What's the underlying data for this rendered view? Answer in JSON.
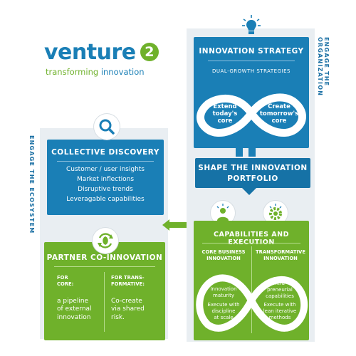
{
  "logo": {
    "name_part1": "venture",
    "name_part2": "2",
    "tagline_part1": "transforming",
    "tagline_part2": "innovation"
  },
  "side_labels": {
    "right": "ENGAGE THE ORGANIZATION",
    "left": "ENGAGE THE ECOSYSTEM"
  },
  "innovation_strategy": {
    "title": "INNOVATION STRATEGY",
    "subtitle": "DUAL-GROWTH STRATEGIES",
    "left_loop_line1": "Extend",
    "left_loop_line2": "today's",
    "left_loop_line3": "core",
    "right_loop_line1": "Create",
    "right_loop_line2": "tomorrow's",
    "right_loop_line3": "core"
  },
  "shape_portfolio": {
    "line1": "SHAPE THE INNOVATION",
    "line2": "PORTFOLIO"
  },
  "collective_discovery": {
    "title": "COLLECTIVE DISCOVERY",
    "items": [
      "Customer / user insights",
      "Market inflections",
      "Disruptive trends",
      "Leveragable capabilities"
    ]
  },
  "partner_coinnovation": {
    "title": "PARTNER CO-INNOVATION",
    "col1_label1": "FOR",
    "col1_label2": "CORE:",
    "col1_text1": "a pipeline",
    "col1_text2": "of external",
    "col1_text3": "innovation",
    "col2_label1": "FOR TRANS-",
    "col2_label2": "FORMATIVE:",
    "col2_text1": "Co-create",
    "col2_text2": "via shared",
    "col2_text3": "risk."
  },
  "capabilities_execution": {
    "title": "CAPABILITIES AND EXECUTION",
    "col1_head1": "CORE BUSINESS",
    "col1_head2": "INNOVATION",
    "col2_head1": "TRANSFORMATIVE",
    "col2_head2": "INNOVATION",
    "left_a1": "Innovation",
    "left_a2": "maturity",
    "left_b1": "Execute with",
    "left_b2": "discipline",
    "left_b3": "at scale",
    "right_a1": "Intra-",
    "right_a2": "preneurial",
    "right_a3": "capabilities",
    "right_b1": "Execute with",
    "right_b2": "lean iterative",
    "right_b3": "methods"
  },
  "icons": [
    "lightbulb-icon",
    "magnifier-icon",
    "recycle-leaf-icon",
    "person-bulb-icon",
    "gear-bulb-icon"
  ],
  "colors": {
    "blue": "#1a7fb6",
    "green": "#6fb12b",
    "frame": "#e9eef2",
    "dark_blue": "#1a6fa3"
  }
}
